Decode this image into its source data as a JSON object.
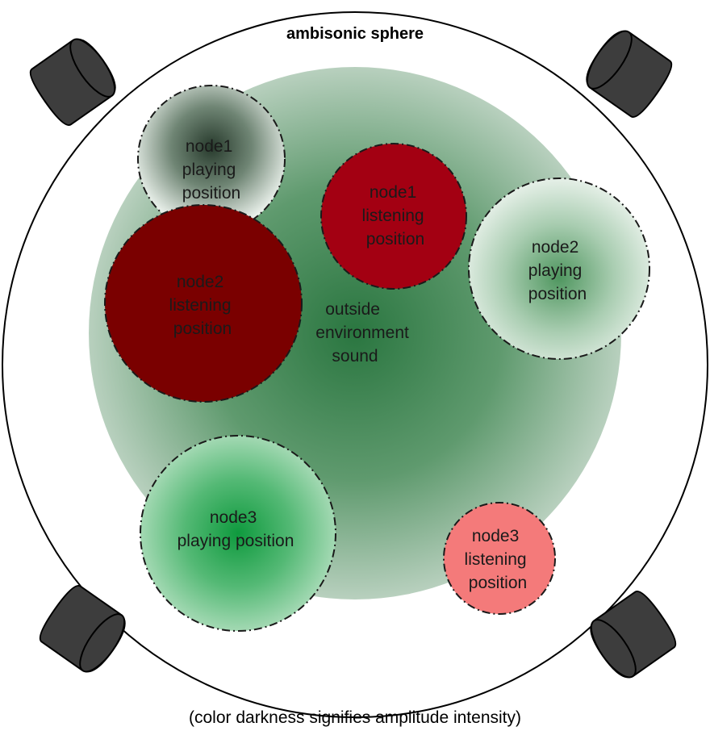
{
  "title": "ambisonic sphere",
  "caption": "(color darkness signifies amplitude intensity)",
  "environment": {
    "lines": [
      "outside",
      "environment",
      "sound"
    ]
  },
  "nodes": [
    {
      "id": "node1-playing",
      "lines": [
        "node1",
        "playing",
        "position"
      ],
      "color": "#2f3b33"
    },
    {
      "id": "node1-listening",
      "lines": [
        "node1",
        "listening",
        "position"
      ],
      "color": "#a30012"
    },
    {
      "id": "node2-playing",
      "lines": [
        "node2",
        "playing",
        "position"
      ],
      "color": "#5a9c6c"
    },
    {
      "id": "node2-listening",
      "lines": [
        "node2",
        "listening",
        "position"
      ],
      "color": "#7a0000"
    },
    {
      "id": "node3-playing",
      "lines": [
        "node3",
        "playing position"
      ],
      "color": "#1e9e48"
    },
    {
      "id": "node3-listening",
      "lines": [
        "node3",
        "listening",
        "position"
      ],
      "color": "#f47a7a"
    }
  ],
  "speakers": [
    "speaker-icon",
    "speaker-icon",
    "speaker-icon",
    "speaker-icon"
  ],
  "colors": {
    "sphere_border": "#000000",
    "environment_center": "#2f7a45",
    "environment_edge": "#b9d1bf",
    "speaker_fill": "#3d3d3d"
  }
}
